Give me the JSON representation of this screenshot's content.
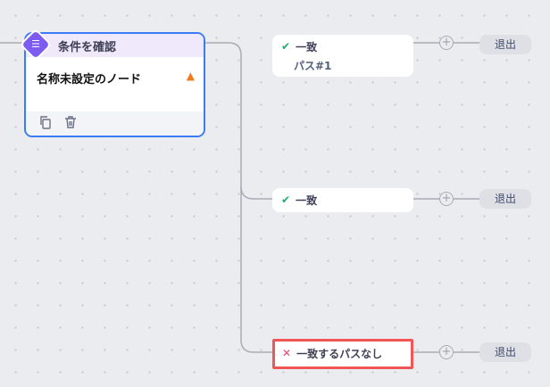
{
  "node": {
    "title": "条件を確認",
    "name": "名称未設定のノード",
    "warning_icon": "warning-icon",
    "copy_icon": "copy-icon",
    "delete_icon": "trash-icon"
  },
  "branches": [
    {
      "label": "一致",
      "sub": "パス#1",
      "icon": "check-icon",
      "color": "#16b06a"
    },
    {
      "label": "一致",
      "icon": "check-icon",
      "color": "#16b06a"
    },
    {
      "label": "一致するパスなし",
      "icon": "x-icon",
      "color": "#f0466e",
      "highlight": "#f25555"
    }
  ],
  "exit_label": "退出",
  "colors": {
    "accent": "#3b7bf6",
    "purple": "#7c5cf0"
  }
}
